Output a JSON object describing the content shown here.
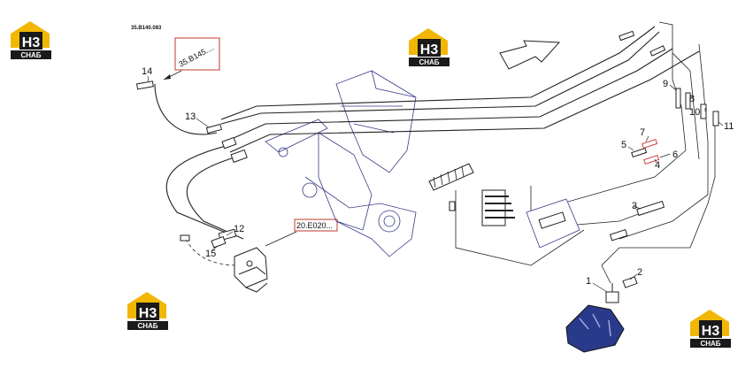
{
  "diagram": {
    "document_code": "35.B140.083",
    "refs": [
      {
        "id": "ref-35b145",
        "text": "35.B145...."
      },
      {
        "id": "ref-20e020",
        "text": "20.E020..."
      }
    ],
    "callouts": [
      "1",
      "2",
      "3",
      "4",
      "5",
      "6",
      "7",
      "8",
      "9",
      "10",
      "11",
      "12",
      "13",
      "14",
      "15"
    ],
    "watermark": {
      "top_text": "H3",
      "bottom_text": "CHAБ",
      "colors": {
        "yellow": "#f2b705",
        "dark": "#1a1a1a"
      }
    },
    "colors": {
      "line": "#222222",
      "frame": "#3a3a8a",
      "ref_box": "#c0392b",
      "hose_red": "#d04040"
    }
  }
}
